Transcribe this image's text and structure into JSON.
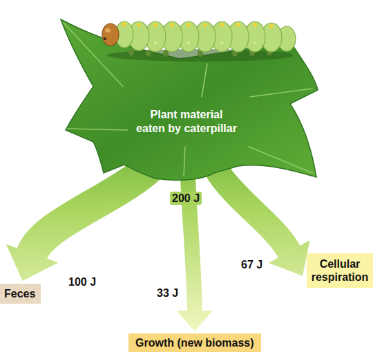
{
  "diagram": {
    "nodes": [
      {
        "text": [
          "Plant material eaten by caterpillar"
        ]
      },
      {
        "text": [
          "Cellular respiration"
        ]
      },
      {
        "text": [
          "Feces"
        ]
      },
      {
        "text": [
          "Growth (new biomass)"
        ]
      }
    ],
    "edges": [
      {
        "from": 0,
        "to": 2,
        "arrow": "to",
        "label": "100 J"
      },
      {
        "from": 0,
        "to": 3,
        "arrow": "to",
        "label": "33 J"
      },
      {
        "from": 0,
        "to": 1,
        "arrow": "to",
        "label": "67 J"
      }
    ],
    "labels": [
      "200 J"
    ]
  }
}
